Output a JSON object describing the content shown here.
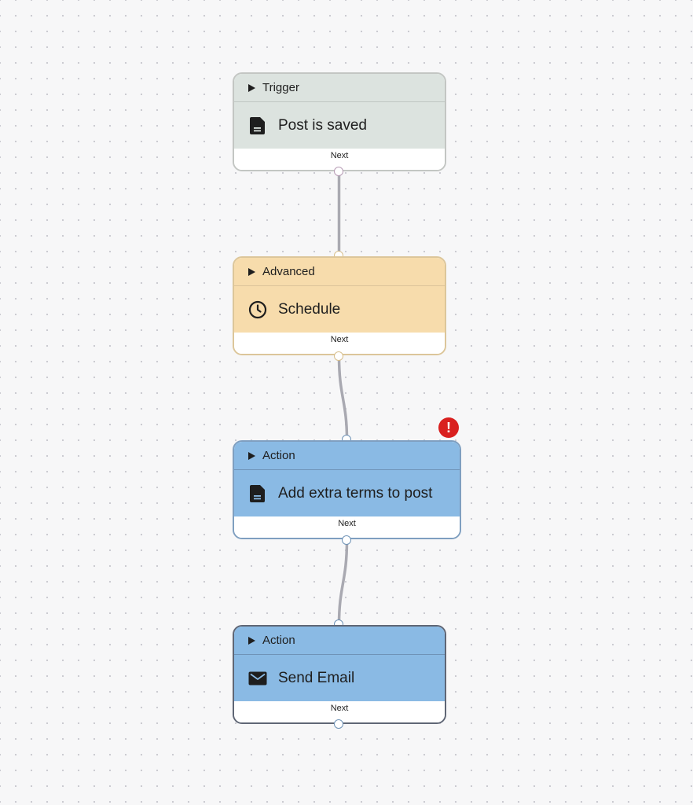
{
  "workflow": {
    "nodes": [
      {
        "category": "Trigger",
        "title": "Post is saved",
        "next_label": "Next",
        "icon": "document-icon",
        "colors": {
          "border": "#c3c6c3",
          "header_bg": "#dce3df",
          "body_bg": "#dce3df",
          "divider": "#bfc6c2",
          "port": "#b79bb5"
        }
      },
      {
        "category": "Advanced",
        "title": "Schedule",
        "next_label": "Next",
        "icon": "clock-icon",
        "colors": {
          "border": "#dcc69a",
          "header_bg": "#f7dcac",
          "body_bg": "#f7dcac",
          "divider": "#dcc49a",
          "port": "#d8bf8c"
        }
      },
      {
        "category": "Action",
        "title": "Add extra terms to post",
        "next_label": "Next",
        "icon": "document-icon",
        "error": "!",
        "colors": {
          "border": "#7f9fc0",
          "header_bg": "#8abae4",
          "body_bg": "#8abae4",
          "divider": "#6f93b7",
          "port": "#6f93b7"
        }
      },
      {
        "category": "Action",
        "title": "Send Email",
        "next_label": "Next",
        "icon": "envelope-icon",
        "colors": {
          "border": "#5f6675",
          "header_bg": "#8abae4",
          "body_bg": "#8abae4",
          "divider": "#6f93b7",
          "port": "#6f93b7"
        }
      }
    ],
    "colors": {
      "connector": "#a9a9b1",
      "error": "#d9201f",
      "text": "#1e1e1e"
    }
  }
}
